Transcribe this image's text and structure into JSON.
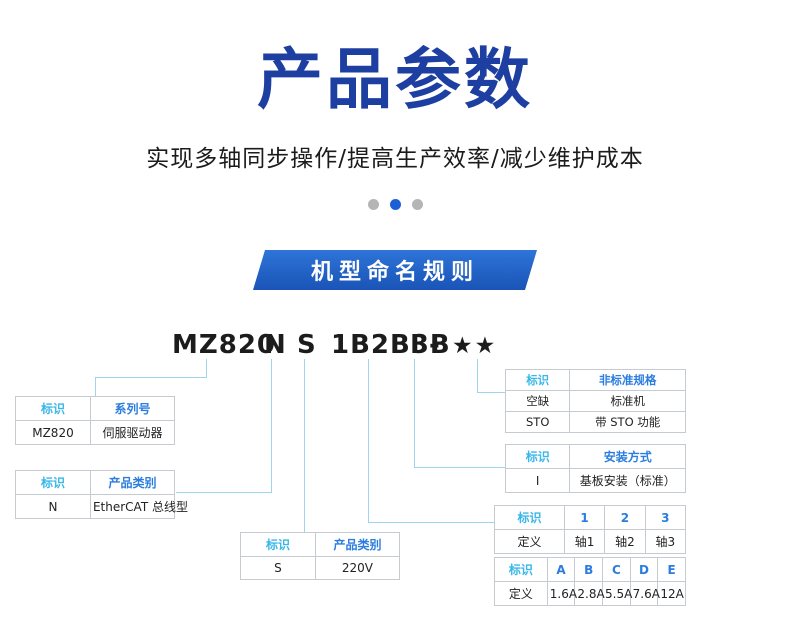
{
  "title": "产品参数",
  "subtitle": "实现多轴同步操作/提高生产效率/减少维护成本",
  "carousel": {
    "active_index": 1,
    "count": 3
  },
  "banner": {
    "label": "机型命名规则"
  },
  "model_code": {
    "segments": [
      "MZ820",
      "N",
      "S",
      "1B2B3B",
      "I",
      "-",
      "★★"
    ]
  },
  "tables": {
    "series": {
      "headers": [
        "标识",
        "系列号"
      ],
      "rows": [
        [
          "MZ820",
          "伺服驱动器"
        ]
      ]
    },
    "category": {
      "headers": [
        "标识",
        "产品类别"
      ],
      "rows": [
        [
          "N",
          "EtherCAT 总线型"
        ]
      ]
    },
    "voltage": {
      "headers": [
        "标识",
        "产品类别"
      ],
      "rows": [
        [
          "S",
          "220V"
        ]
      ]
    },
    "nonstandard": {
      "headers": [
        "标识",
        "非标准规格"
      ],
      "rows": [
        [
          "空缺",
          "标准机"
        ],
        [
          "STO",
          "带 STO 功能"
        ]
      ]
    },
    "mounting": {
      "headers": [
        "标识",
        "安装方式"
      ],
      "rows": [
        [
          "I",
          "基板安装（标准）"
        ]
      ]
    },
    "axes": {
      "headers": [
        "标识",
        "1",
        "2",
        "3"
      ],
      "rows": [
        [
          "定义",
          "轴1",
          "轴2",
          "轴3"
        ]
      ]
    },
    "current": {
      "headers": [
        "标识",
        "A",
        "B",
        "C",
        "D",
        "E"
      ],
      "rows": [
        [
          "定义",
          "1.6A",
          "2.8A",
          "5.5A",
          "7.6A",
          "12A"
        ]
      ]
    }
  },
  "colors": {
    "title_blue": "#1e3fa2",
    "banner_blue": "#1f63c9",
    "header_cyan": "#3ab7e8",
    "header_blue": "#2b7ddf",
    "connector_blue": "#9ed4ee",
    "dot_active": "#1e5ed8",
    "dot_inactive": "#b5b5b5"
  }
}
